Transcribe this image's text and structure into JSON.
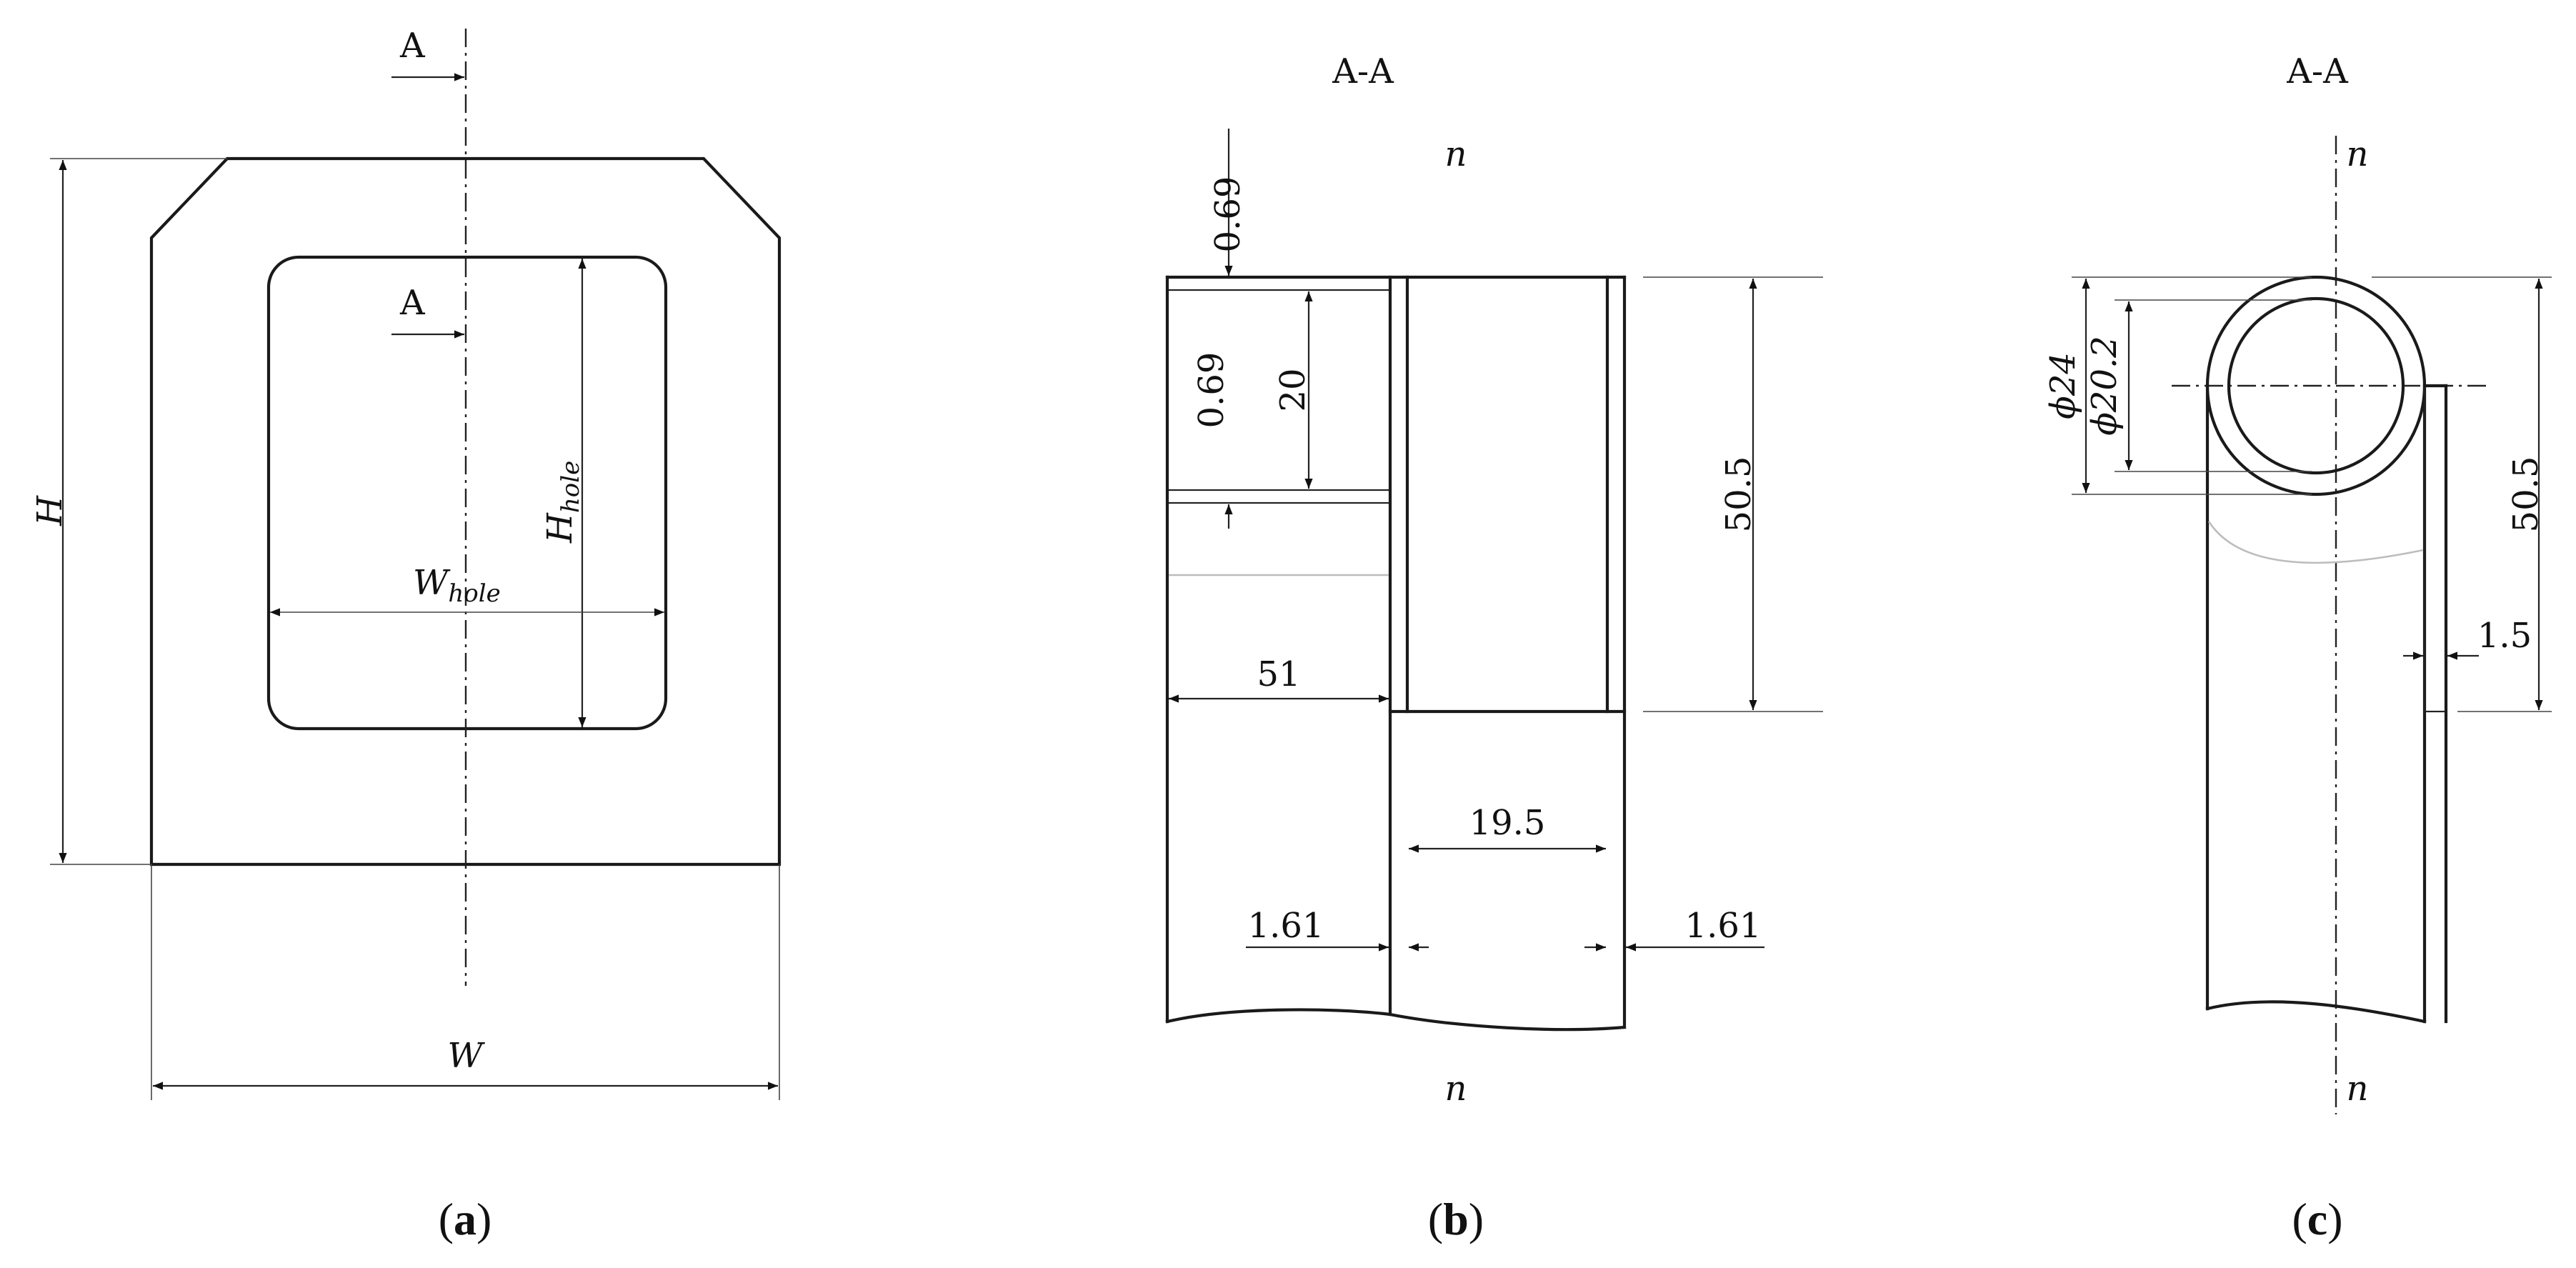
{
  "views": {
    "a": {
      "caption_open": "(",
      "caption_letter": "a",
      "caption_close": ")",
      "section_mark_top": "A",
      "section_mark_inner": "A",
      "dim_height": "H",
      "dim_width": "W",
      "dim_hole_height_main": "H",
      "dim_hole_height_sub": "hole",
      "dim_hole_width_main": "W",
      "dim_hole_width_sub": "hole"
    },
    "b": {
      "caption_open": "(",
      "caption_letter": "b",
      "caption_close": ")",
      "section_title": "A-A",
      "normal_top": "n",
      "normal_bottom": "n",
      "dim_top_skin": "0.69",
      "dim_inner_skin": "0.69",
      "dim_cell_height": "20",
      "dim_total_height": "50.5",
      "dim_left_width": "51",
      "dim_right_width": "19.5",
      "dim_wall_left": "1.61",
      "dim_wall_right": "1.61"
    },
    "c": {
      "caption_open": "(",
      "caption_letter": "c",
      "caption_close": ")",
      "section_title": "A-A",
      "normal_top": "n",
      "normal_bottom": "n",
      "dim_outer_diameter": "ϕ24",
      "dim_inner_diameter": "ϕ20.2",
      "dim_total_height": "50.5",
      "dim_wall": "1.5"
    }
  }
}
